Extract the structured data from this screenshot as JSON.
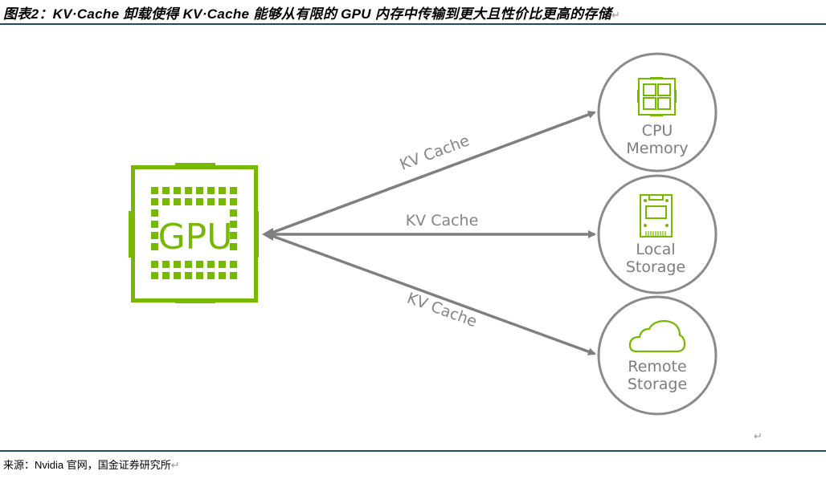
{
  "figure": {
    "title": "图表2：KV·Cache 卸载使得 KV·Cache 能够从有限的 GPU 内存中传输到更大且性价比更高的存储",
    "paragraph_mark": "↵",
    "source": "来源：Nvidia 官网，国金证券研究所"
  },
  "diagram": {
    "source_node": {
      "label": "GPU",
      "icon": "gpu-chip-icon"
    },
    "edges": [
      {
        "label": "KV Cache",
        "target": "CPU Memory"
      },
      {
        "label": "KV Cache",
        "target": "Local Storage"
      },
      {
        "label": "KV Cache",
        "target": "Remote Storage"
      }
    ],
    "targets": [
      {
        "line1": "CPU",
        "line2": "Memory",
        "icon": "cpu-chip-icon"
      },
      {
        "line1": "Local",
        "line2": "Storage",
        "icon": "ssd-drive-icon"
      },
      {
        "line1": "Remote",
        "line2": "Storage",
        "icon": "cloud-icon"
      }
    ],
    "colors": {
      "accent_green": "#76b900",
      "arrow_gray": "#7f7f7f",
      "circle_gray": "#8a8a8a",
      "rule": "#1f4e63"
    }
  }
}
